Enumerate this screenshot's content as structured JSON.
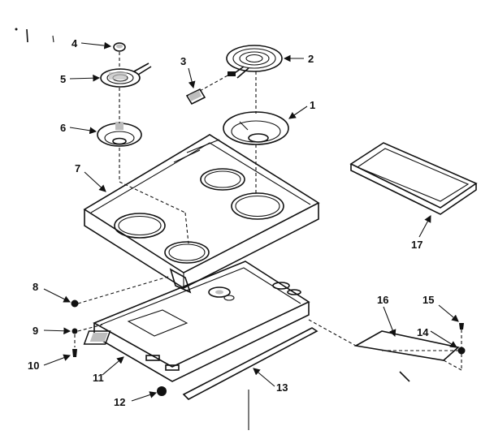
{
  "callouts": {
    "n1": "1",
    "n2": "2",
    "n3": "3",
    "n4": "4",
    "n5": "5",
    "n6": "6",
    "n7": "7",
    "n8": "8",
    "n9": "9",
    "n10": "10",
    "n11": "11",
    "n12": "12",
    "n13": "13",
    "n14": "14",
    "n15": "15",
    "n16": "16",
    "n17": "17"
  }
}
